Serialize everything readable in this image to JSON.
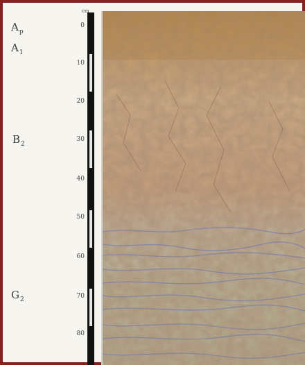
{
  "horizons": [
    {
      "main": "A",
      "sub": "p"
    },
    {
      "main": "A",
      "sub": "1"
    },
    {
      "main": "B",
      "sub": "2"
    },
    {
      "main": "G",
      "sub": "2"
    }
  ],
  "scale": {
    "unit": "cm",
    "ticks": [
      "0",
      "10",
      "20",
      "30",
      "40",
      "50",
      "60",
      "70",
      "80"
    ]
  },
  "colors": {
    "frame": "#8b1e1e",
    "topsoil": "#b9884f",
    "subsoil": "#c9a27c",
    "gley": "#b4ad90",
    "mottle_blue": "#6f78b0"
  }
}
